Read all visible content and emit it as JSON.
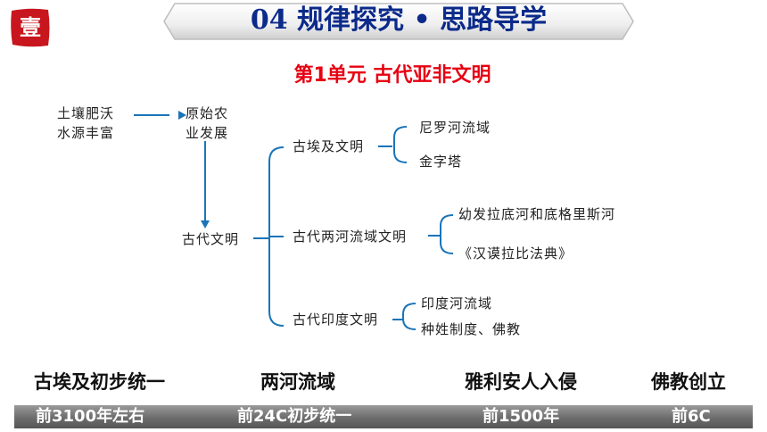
{
  "header": {
    "seal_char": "壹",
    "title": "04 规律探究 • 思路导学",
    "subtitle": "第1单元   古代亚非文明"
  },
  "diagram": {
    "condition": [
      "土壤肥沃",
      "水源丰富"
    ],
    "agriculture": [
      "原始农",
      "业发展"
    ],
    "root": "古代文明",
    "egypt": {
      "label": "古埃及文明",
      "items": [
        "尼罗河流域",
        "金字塔"
      ]
    },
    "mesopotamia": {
      "label": "古代两河流域文明",
      "items": [
        "幼发拉底河和底格里斯河",
        "《汉谟拉比法典》"
      ]
    },
    "india": {
      "label": "古代印度文明",
      "items": [
        "印度河流域",
        "种姓制度、佛教"
      ]
    }
  },
  "timeline": {
    "events": [
      "古埃及初步统一",
      "两河流域",
      "雅利安人入侵",
      "佛教创立"
    ],
    "dates": [
      "前3100年左右",
      "前24C初步统一",
      "前1500年",
      "前6C"
    ]
  },
  "colors": {
    "title": "#0b2a8a",
    "subtitle": "#e60012",
    "lines": "#1a74b8",
    "seal": "#c8161e",
    "timebar": "#707070"
  }
}
